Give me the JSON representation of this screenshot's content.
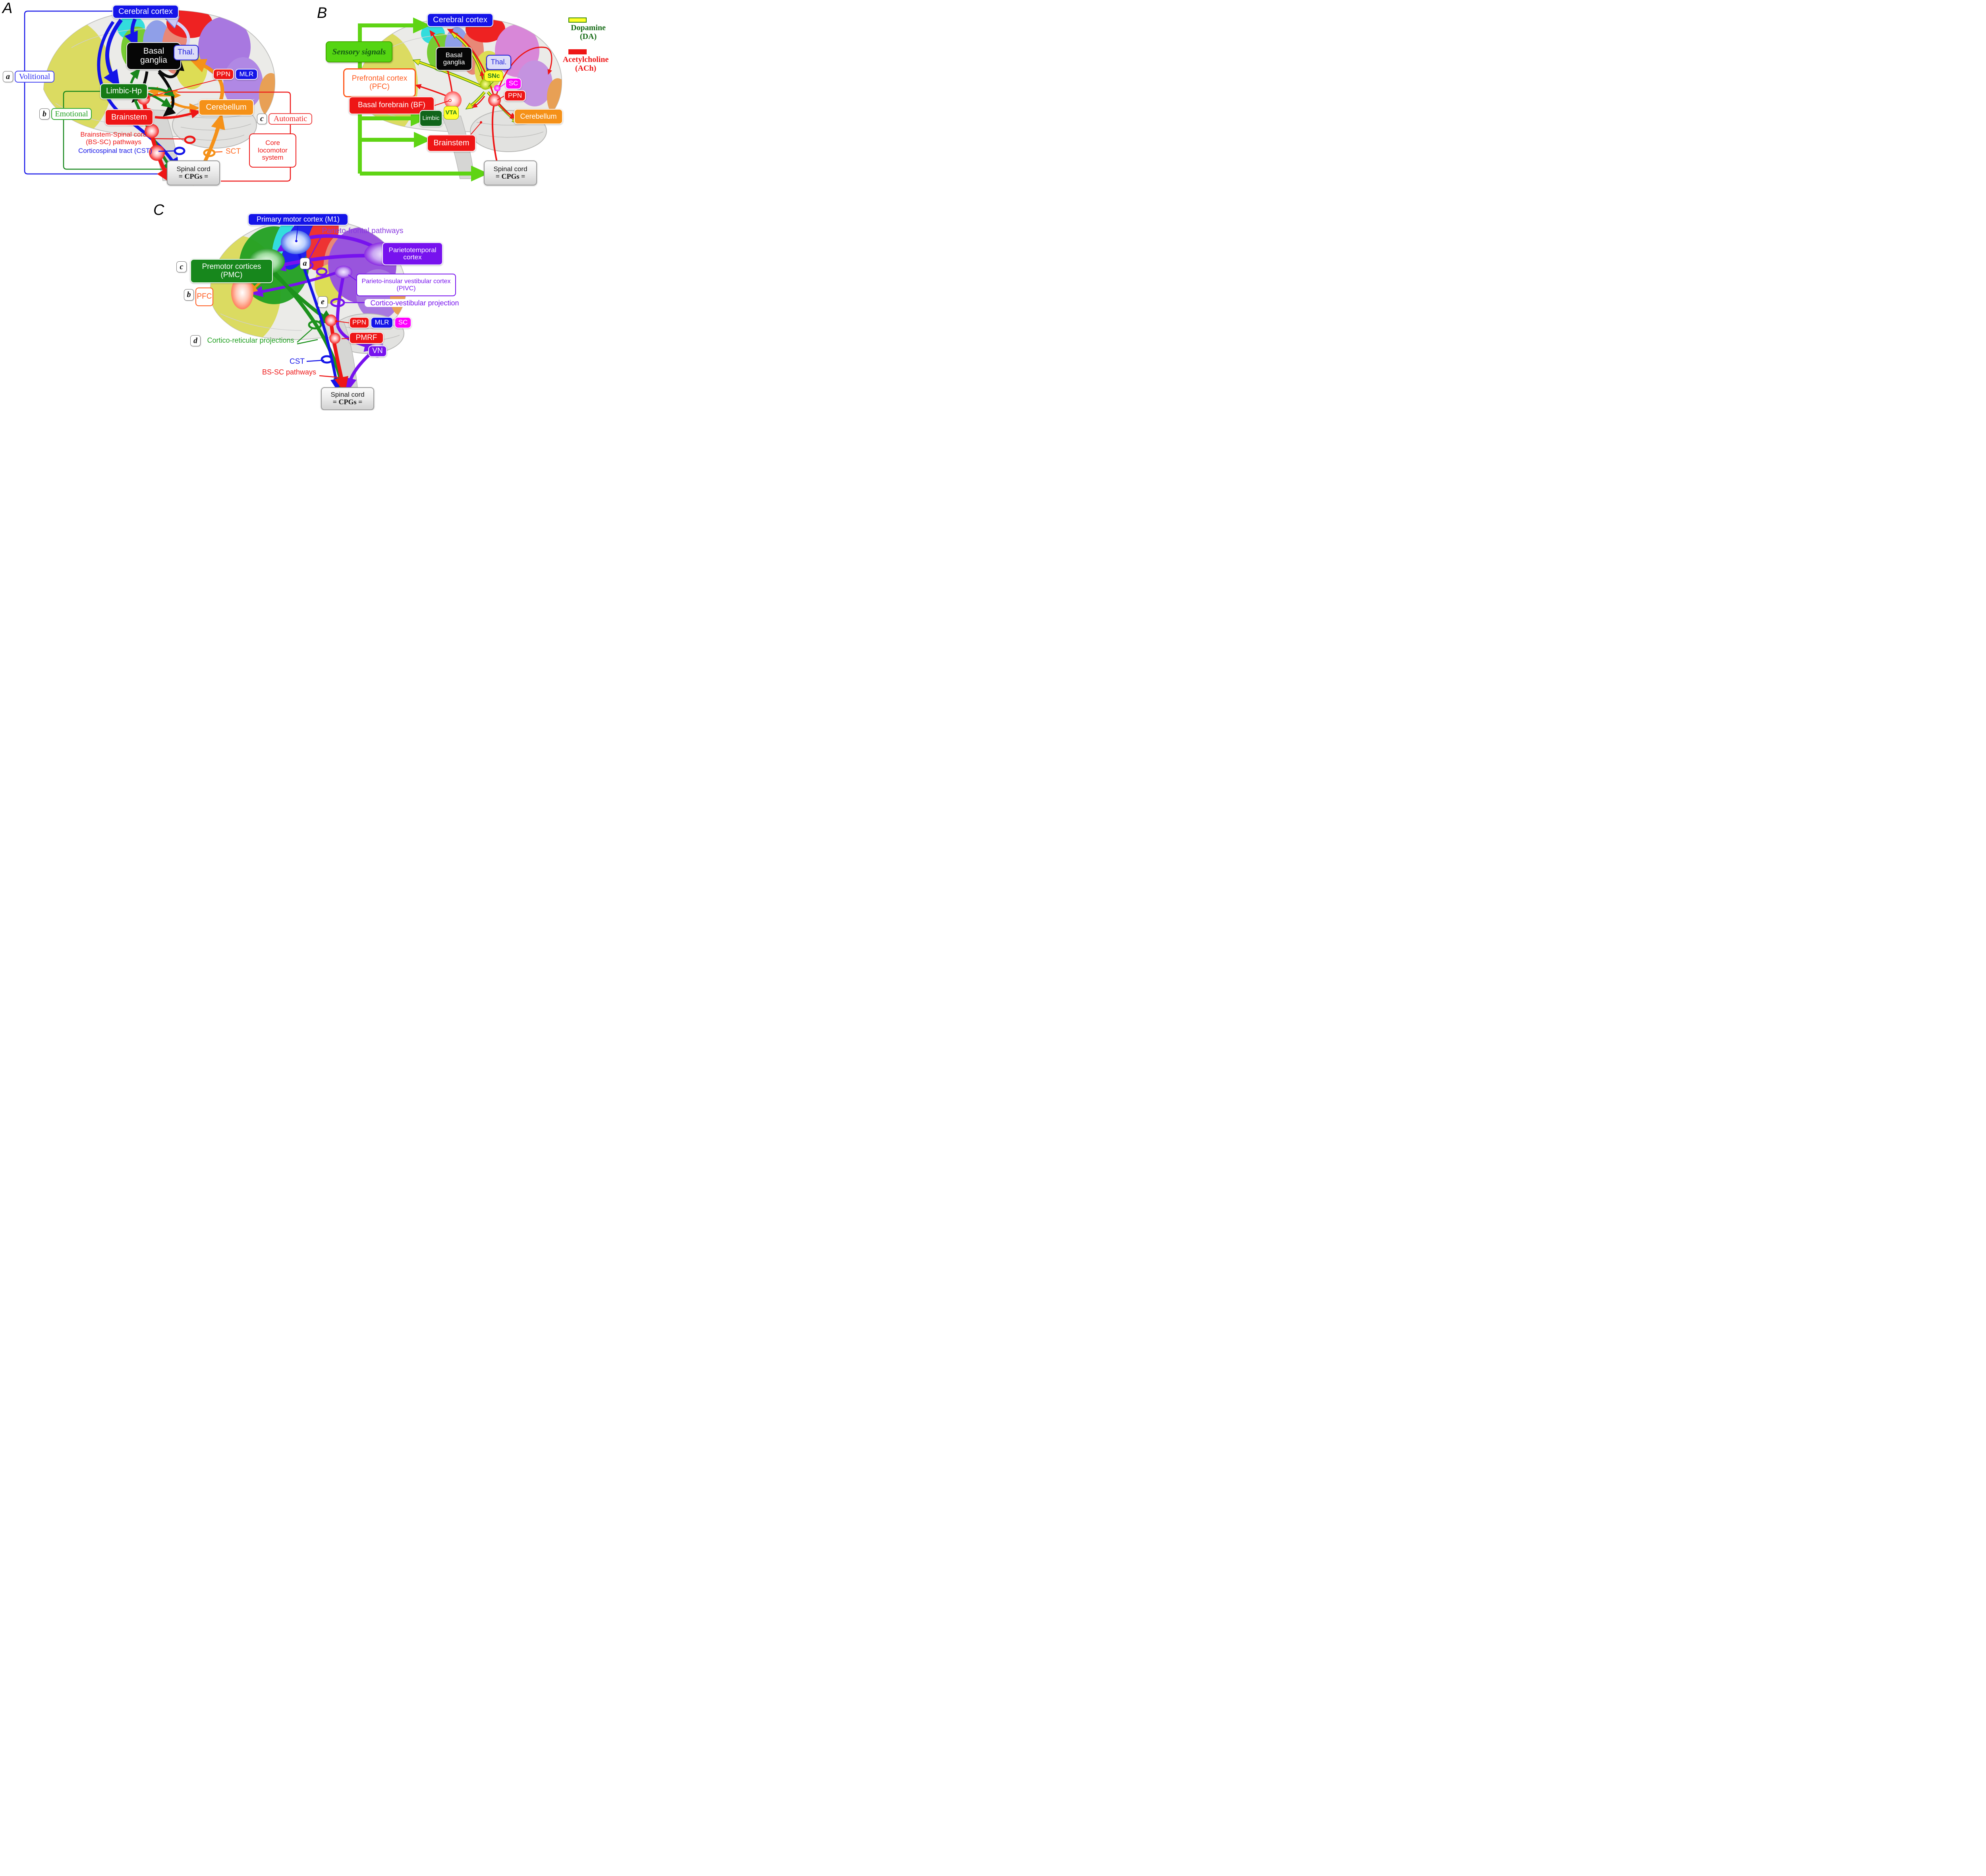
{
  "panel_a": {
    "label": "A",
    "boxes": {
      "cerebral_cortex": "Cerebral cortex",
      "basal_ganglia_line1": "Basal",
      "basal_ganglia_line2": "ganglia",
      "thalamus": "Thal.",
      "ppn": "PPN",
      "mlr": "MLR",
      "limbic_hp": "Limbic-Hp",
      "brainstem": "Brainstem",
      "cerebellum": "Cerebellum",
      "core_line1": "Core",
      "core_line2": "locomotor",
      "core_line3": "system",
      "spinal_line1": "Spinal cord",
      "spinal_line2": "= CPGs ="
    },
    "callouts": {
      "a_tag": "a",
      "a_label": "Volitional",
      "b_tag": "b",
      "b_label": "Emotional",
      "c_tag": "c",
      "c_label": "Automatic"
    },
    "pathways": {
      "bs_sc_line1": "Brainstem-Spinal cord",
      "bs_sc_line2": "(BS-SC) pathways",
      "cst": "Corticospinal tract (CST)",
      "sct": "SCT"
    }
  },
  "panel_b": {
    "label": "B",
    "sensory_signals": "Sensory signals",
    "boxes": {
      "cerebral_cortex": "Cerebral cortex",
      "basal_ganglia_line1": "Basal",
      "basal_ganglia_line2": "ganglia",
      "thalamus": "Thal.",
      "snc": "SNc",
      "sc": "SC",
      "ppn": "PPN",
      "pfc_line1": "Prefrontal cortex",
      "pfc_line2": "(PFC)",
      "basal_forebrain": "Basal forebrain (BF)",
      "limbic": "Limbic",
      "vta": "VTA",
      "brainstem": "Brainstem",
      "cerebellum": "Cerebellum",
      "spinal_line1": "Spinal cord",
      "spinal_line2": "= CPGs ="
    }
  },
  "legend": {
    "dopamine_line1": "Dopamine",
    "dopamine_line2": "(DA)",
    "dopamine_color": "#ffff2a",
    "ach_line1": "Acetylcholine",
    "ach_line2": "(ACh)",
    "ach_color": "#ee1616"
  },
  "panel_c": {
    "label": "C",
    "boxes": {
      "m1": "Primary motor cortex (M1)",
      "pmc_line1": "Premotor cortices",
      "pmc_line2": "(PMC)",
      "parietotemporal_line1": "Parietotemporal",
      "parietotemporal_line2": "cortex",
      "pivc_line1": "Parieto-insular vestibular cortex",
      "pivc_line2": "(PIVC)",
      "pfc": "PFC",
      "ppn": "PPN",
      "mlr": "MLR",
      "sc": "SC",
      "pmrf": "PMRF",
      "vn": "VN",
      "spinal_line1": "Spinal cord",
      "spinal_line2": "= CPGs ="
    },
    "callouts": {
      "a": "a",
      "b": "b",
      "c": "c",
      "d": "d",
      "e": "e"
    },
    "pathways": {
      "parieto_frontal": "Parieto-frontal pathways",
      "cortico_vestibular": "Cortico-vestibular projection",
      "cortico_reticular": "Cortico-reticular projections",
      "cst": "CST",
      "bs_sc": "BS-SC pathways"
    }
  },
  "colors": {
    "blue": "#1414e8",
    "red": "#ee1616",
    "orange": "#f59118",
    "dark_green": "#157a15",
    "bright_green": "#55d512",
    "yellow": "#ffff2a",
    "magenta": "#ff00ff",
    "purple": "#7712ee",
    "lavender_box": "#dcdcf8",
    "black": "#000000"
  }
}
